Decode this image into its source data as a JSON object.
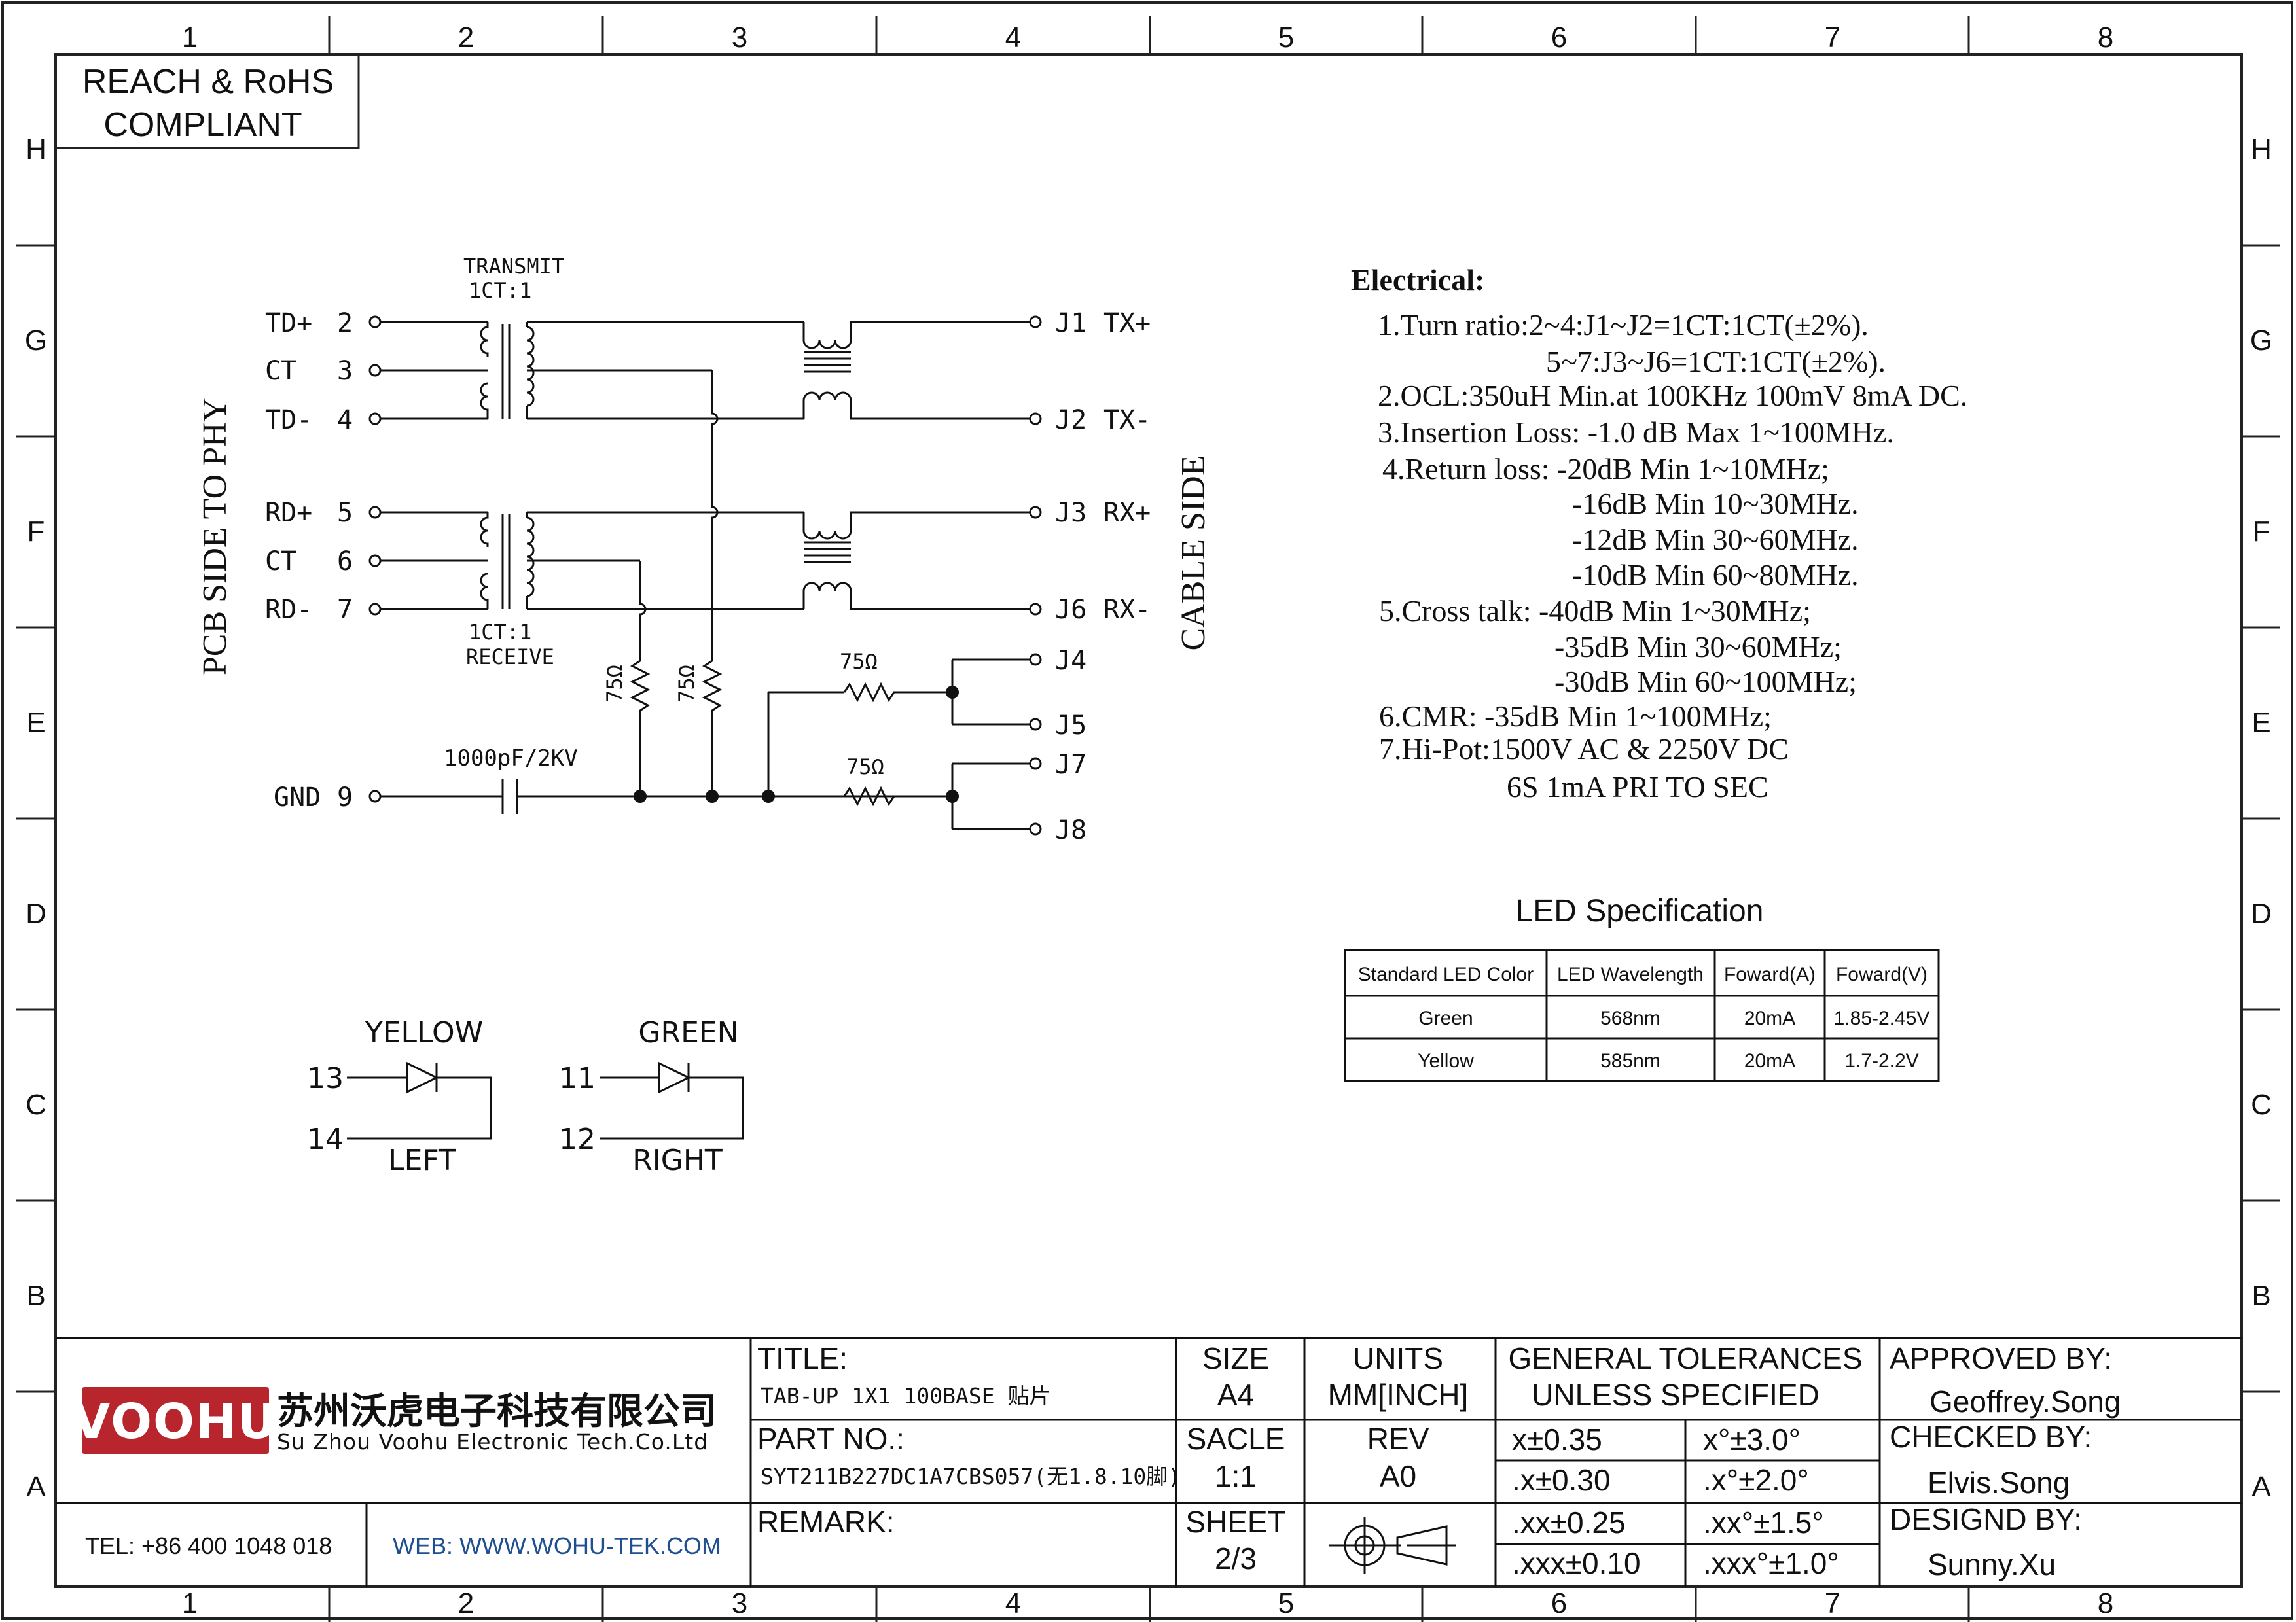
{
  "grid": {
    "columns": [
      "1",
      "2",
      "3",
      "4",
      "5",
      "6",
      "7",
      "8"
    ],
    "rows": [
      "H",
      "G",
      "F",
      "E",
      "D",
      "C",
      "B",
      "A"
    ]
  },
  "compliance": {
    "line1": "REACH & RoHS",
    "line2": "COMPLIANT"
  },
  "schematic": {
    "pcb_side_label": "PCB SIDE TO PHY",
    "cable_side_label": "CABLE SIDE",
    "transmit_label": "TRANSMIT",
    "transmit_ratio": "1CT:1",
    "receive_ratio": "1CT:1",
    "receive_label": "RECEIVE",
    "left_pins": [
      {
        "name": "TD+",
        "num": "2"
      },
      {
        "name": "CT",
        "num": "3"
      },
      {
        "name": "TD-",
        "num": "4"
      },
      {
        "name": "RD+",
        "num": "5"
      },
      {
        "name": "CT",
        "num": "6"
      },
      {
        "name": "RD-",
        "num": "7"
      }
    ],
    "gnd_pin": {
      "name": "GND",
      "num": "9"
    },
    "capacitor_label": "1000pF/2KV",
    "resistor_label": "75Ω",
    "right_pins": [
      {
        "name": "J1",
        "signal": "TX+"
      },
      {
        "name": "J2",
        "signal": "TX-"
      },
      {
        "name": "J3",
        "signal": "RX+"
      },
      {
        "name": "J6",
        "signal": "RX-"
      },
      {
        "name": "J4",
        "signal": ""
      },
      {
        "name": "J5",
        "signal": ""
      },
      {
        "name": "J7",
        "signal": ""
      },
      {
        "name": "J8",
        "signal": ""
      }
    ]
  },
  "leds": [
    {
      "color": "YELLOW",
      "anode_pin": "13",
      "cathode_pin": "14",
      "position": "LEFT"
    },
    {
      "color": "GREEN",
      "anode_pin": "11",
      "cathode_pin": "12",
      "position": "RIGHT"
    }
  ],
  "electrical": {
    "title": "Electrical:",
    "lines": [
      "1.Turn ratio:2~4:J1~J2=1CT:1CT(±2%).",
      "5~7:J3~J6=1CT:1CT(±2%).",
      "2.OCL:350uH Min.at 100KHz 100mV 8mA DC.",
      "3.Insertion Loss: -1.0 dB Max 1~100MHz.",
      "4.Return loss: -20dB Min 1~10MHz;",
      "-16dB Min 10~30MHz.",
      "-12dB Min 30~60MHz.",
      "-10dB Min 60~80MHz.",
      "5.Cross talk: -40dB Min 1~30MHz;",
      "-35dB Min 30~60MHz;",
      "-30dB Min 60~100MHz;",
      "6.CMR: -35dB Min 1~100MHz;",
      "7.Hi-Pot:1500V AC & 2250V DC",
      "6S 1mA PRI TO SEC"
    ]
  },
  "led_spec": {
    "title": "LED Specification",
    "headers": [
      "Standard LED Color",
      "LED Wavelength",
      "Foward(A)",
      "Foward(V)"
    ],
    "rows": [
      [
        "Green",
        "568nm",
        "20mA",
        "1.85-2.45V"
      ],
      [
        "Yellow",
        "585nm",
        "20mA",
        "1.7-2.2V"
      ]
    ]
  },
  "title_block": {
    "logo_text": "VOOHU",
    "company_cn": "苏州沃虎电子科技有限公司",
    "company_en": "Su Zhou Voohu Electronic Tech.Co.Ltd",
    "tel": "TEL: +86 400 1048 018",
    "web": "WEB: WWW.WOHU-TEK.COM",
    "title_label": "TITLE:",
    "title_value": "TAB-UP 1X1 100BASE 贴片",
    "part_label": "PART NO.:",
    "part_value": "SYT211B227DC1A7CBS057(无1.8.10脚)",
    "remark_label": "REMARK:",
    "size_label": "SIZE",
    "size_value": "A4",
    "units_label": "UNITS",
    "units_value": "MM[INCH]",
    "scale_label": "SACLE",
    "scale_value": "1:1",
    "rev_label": "REV",
    "rev_value": "A0",
    "sheet_label": "SHEET",
    "sheet_value": "2/3",
    "tol_title1": "GENERAL TOLERANCES",
    "tol_title2": "UNLESS SPECIFIED",
    "tolerances": [
      [
        "x±0.35",
        "x°±3.0°"
      ],
      [
        ".x±0.30",
        ".x°±2.0°"
      ],
      [
        ".xx±0.25",
        ".xx°±1.5°"
      ],
      [
        ".xxx±0.10",
        ".xxx°±1.0°"
      ]
    ],
    "approved_label": "APPROVED BY:",
    "approved_value": "Geoffrey.Song",
    "checked_label": "CHECKED BY:",
    "checked_value": "Elvis.Song",
    "designed_label": "DESIGND BY:",
    "designed_value": "Sunny.Xu"
  }
}
